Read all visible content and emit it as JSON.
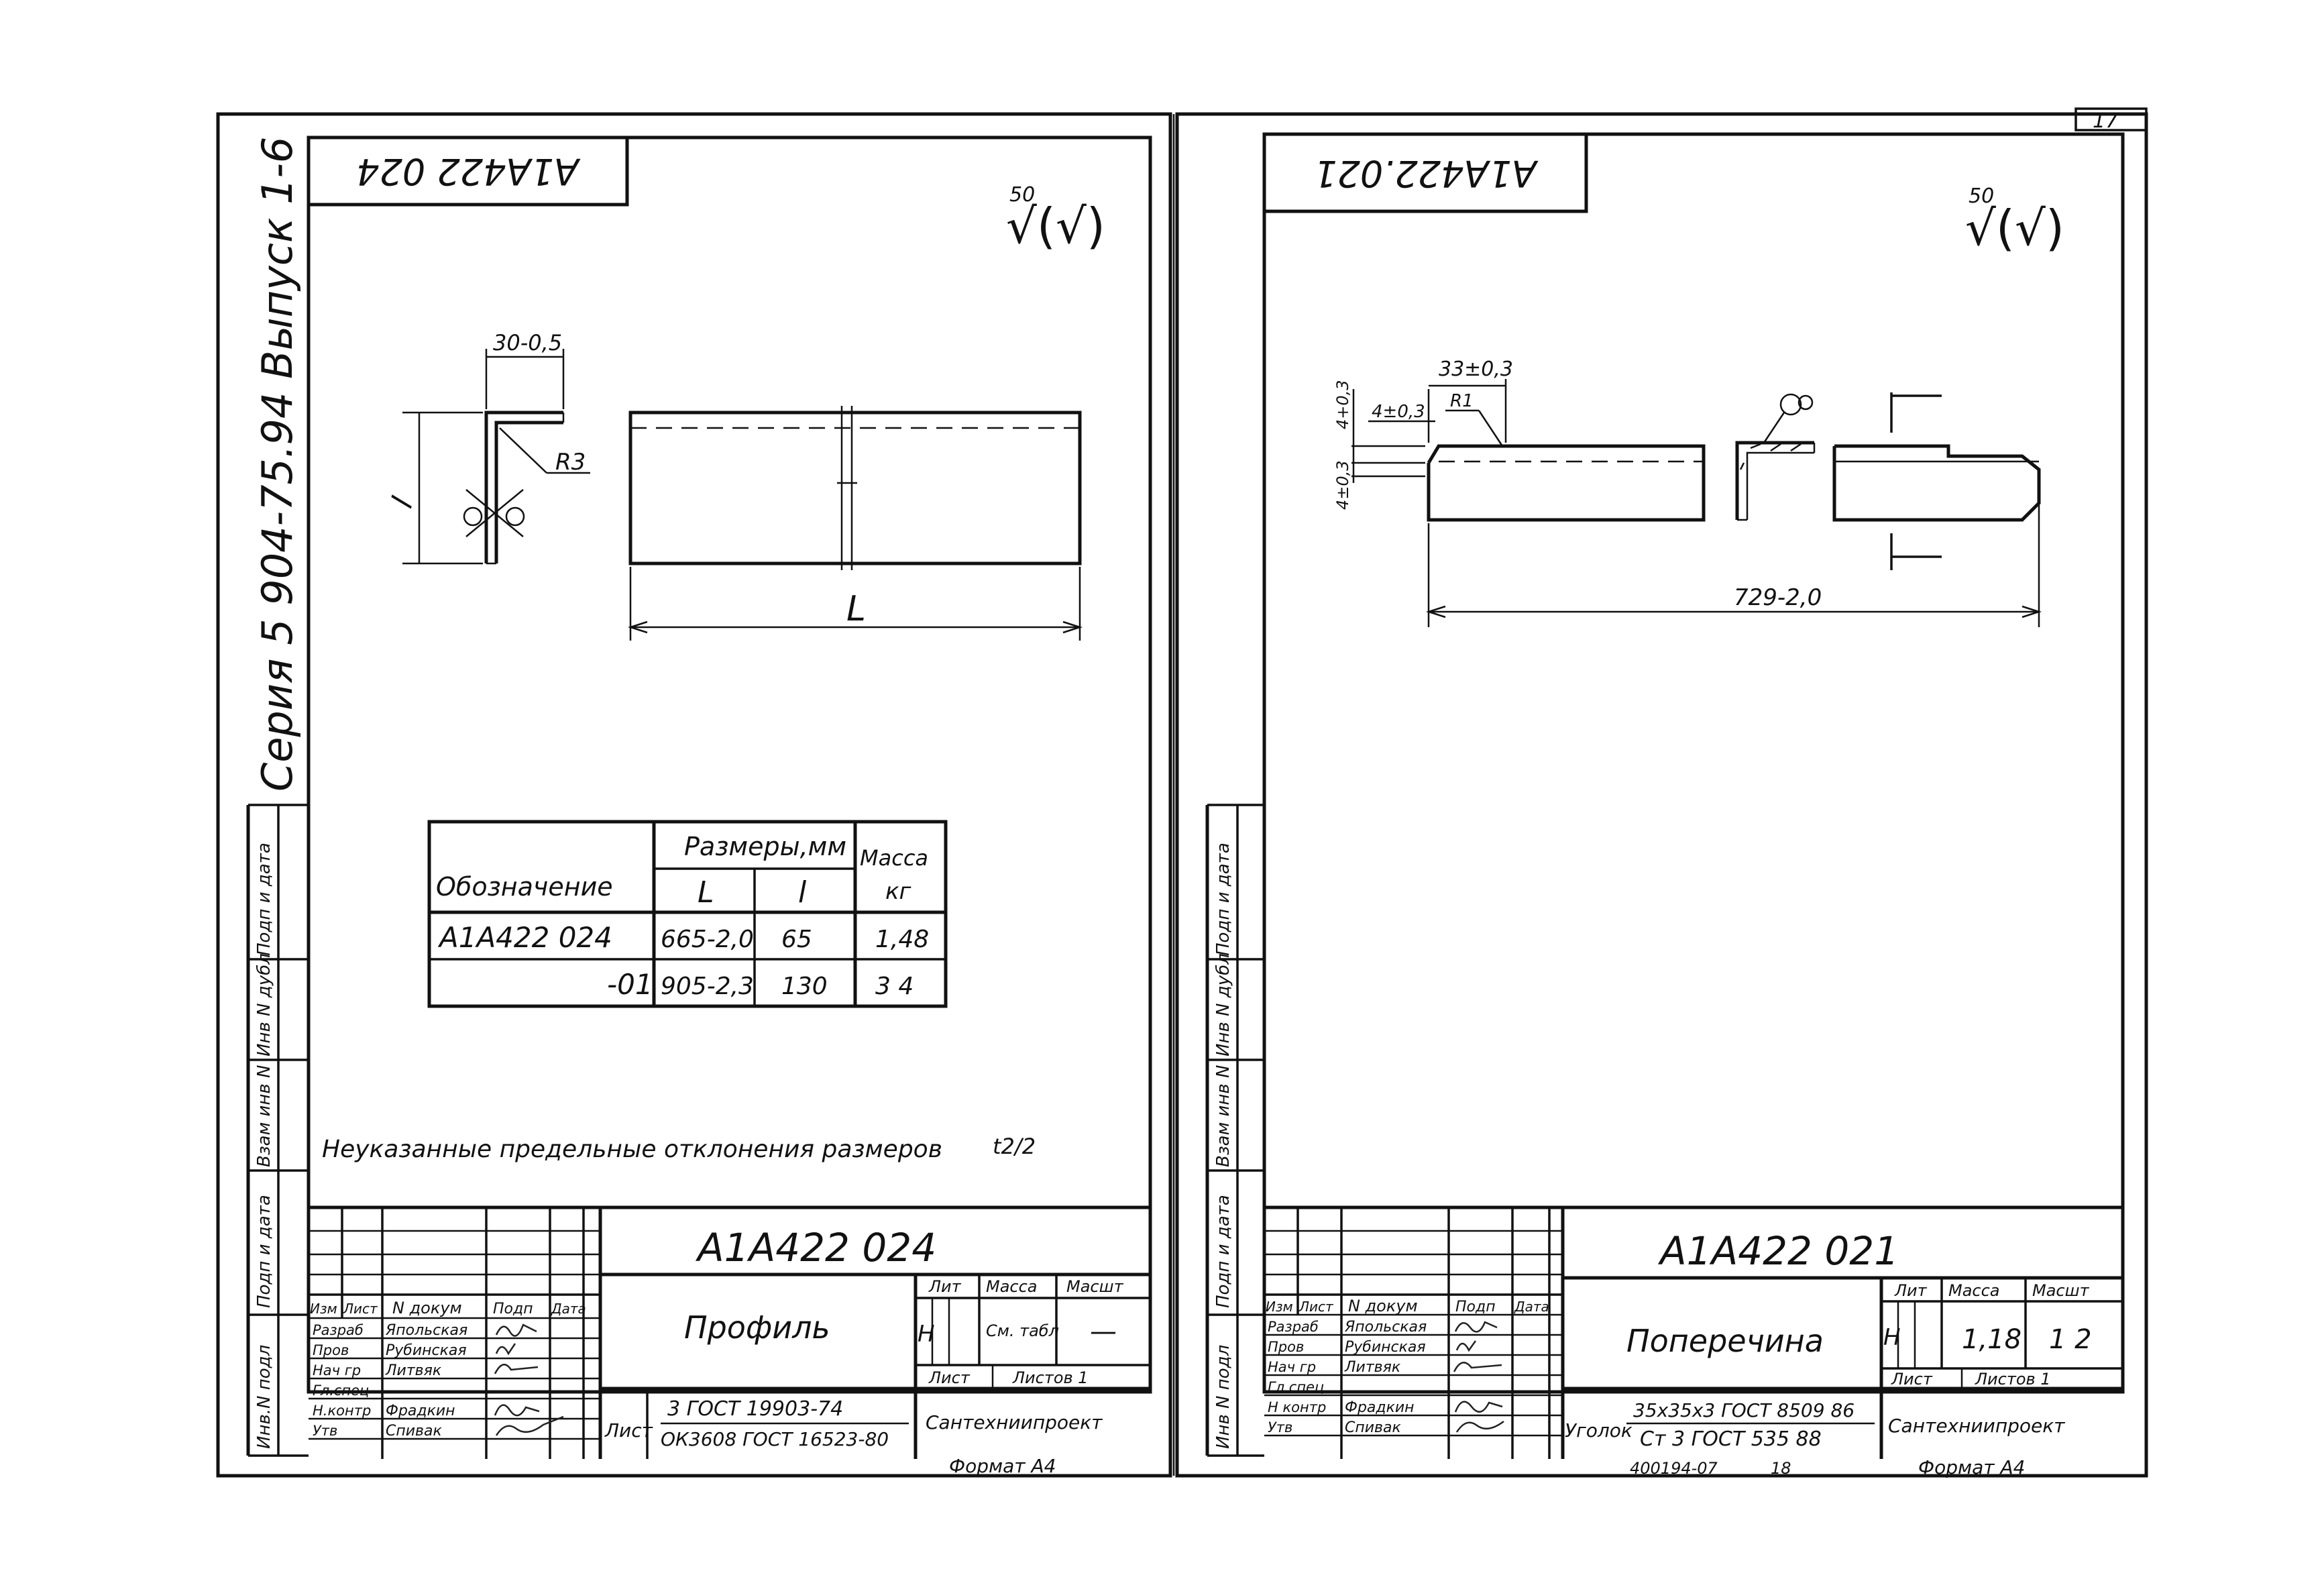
{
  "left_sheet": {
    "vertical_stamp": "Серия 5 904-75.94   Выпуск 1-6",
    "mirrored_code": "A1A422 024",
    "roughness_value": "50",
    "roughness_symbol": "√(√)",
    "dims": {
      "d30": "30-0,5",
      "r3": "R3",
      "l_small": "l",
      "l_big": "L"
    },
    "table": {
      "header_designation": "Обозначение",
      "header_sizes": "Размеры,мм",
      "header_mass": "Масса",
      "col_L": "L",
      "col_l": "l",
      "col_kg": "кг",
      "rows": [
        {
          "designation": "A1A422 024",
          "L": "665-2,0",
          "l": "65",
          "mass": "1,48"
        },
        {
          "designation": "-01",
          "L": "905-2,3",
          "l": "130",
          "mass": "3 4"
        }
      ]
    },
    "note": "Неуказанные предельные отклонения размеров",
    "note_tol": "t2/2",
    "title_block": {
      "doc_code": "A1A422 024",
      "name": "Профиль",
      "lit_label": "Лит",
      "mass_label": "Масса",
      "scale_label": "Масшт",
      "lit_value": "Н",
      "mass_value": "См. табл",
      "scale_value": "—",
      "sheet_label": "Лист",
      "sheets_label": "Листов 1",
      "company": "Сантехниипроект",
      "material_prefix": "Лист",
      "material_line1": "3 ГОСТ 19903-74",
      "material_line2": "ОК3608 ГОСТ 16523-80",
      "col_heads": [
        "Изм",
        "Лист",
        "N докум",
        "Подп",
        "Дата"
      ],
      "roles": [
        {
          "role": "Разраб",
          "name": "Япольская"
        },
        {
          "role": "Пров",
          "name": "Рубинская"
        },
        {
          "role": "Нач гр",
          "name": "Литвяк"
        },
        {
          "role": "Гл.спец",
          "name": ""
        },
        {
          "role": "Н.контр",
          "name": "Фрадкин"
        },
        {
          "role": "Утв",
          "name": "Спивак"
        }
      ],
      "side_labels": [
        "Инв.N подл",
        "Подп и дата",
        "Взам инв N",
        "Инв N дубл",
        "Подп и дата"
      ]
    },
    "format": "Формат А4"
  },
  "right_sheet": {
    "page_number": "17",
    "mirrored_code": "A1A422.021",
    "roughness_value": "50",
    "roughness_symbol": "√(√)",
    "dims": {
      "d33": "33±0,3",
      "d4a": "4±0,3",
      "d4b": "4+0,3",
      "d4c": "4±0,3",
      "r1": "R1",
      "d729": "729-2,0"
    },
    "title_block": {
      "doc_code": "A1A422 021",
      "name": "Поперечина",
      "lit_label": "Лит",
      "mass_label": "Масса",
      "scale_label": "Масшт",
      "lit_value": "Н",
      "mass_value": "1,18",
      "scale_value": "1 2",
      "sheet_label": "Лист",
      "sheets_label": "Листов 1",
      "company": "Сантехниипроект",
      "material_prefix": "Уголок",
      "material_line1": "35x35x3 ГОСТ 8509 86",
      "material_line2": "Ст 3 ГОСТ 535 88",
      "col_heads": [
        "Изм",
        "Лист",
        "N докум",
        "Подп",
        "Дата"
      ],
      "roles": [
        {
          "role": "Разраб",
          "name": "Япольская"
        },
        {
          "role": "Пров",
          "name": "Рубинская"
        },
        {
          "role": "Нач гр",
          "name": "Литвяк"
        },
        {
          "role": "Гл спец",
          "name": ""
        },
        {
          "role": "Н контр",
          "name": "Фрадкин"
        },
        {
          "role": "Утв",
          "name": "Спивак"
        }
      ],
      "side_labels": [
        "Инв N подл",
        "Подп и дата",
        "Взам инв N",
        "Инв N дубл",
        "Подп и дата"
      ]
    },
    "bottom_code": "400194-07",
    "bottom_num": "18",
    "format": "Формат А4"
  }
}
